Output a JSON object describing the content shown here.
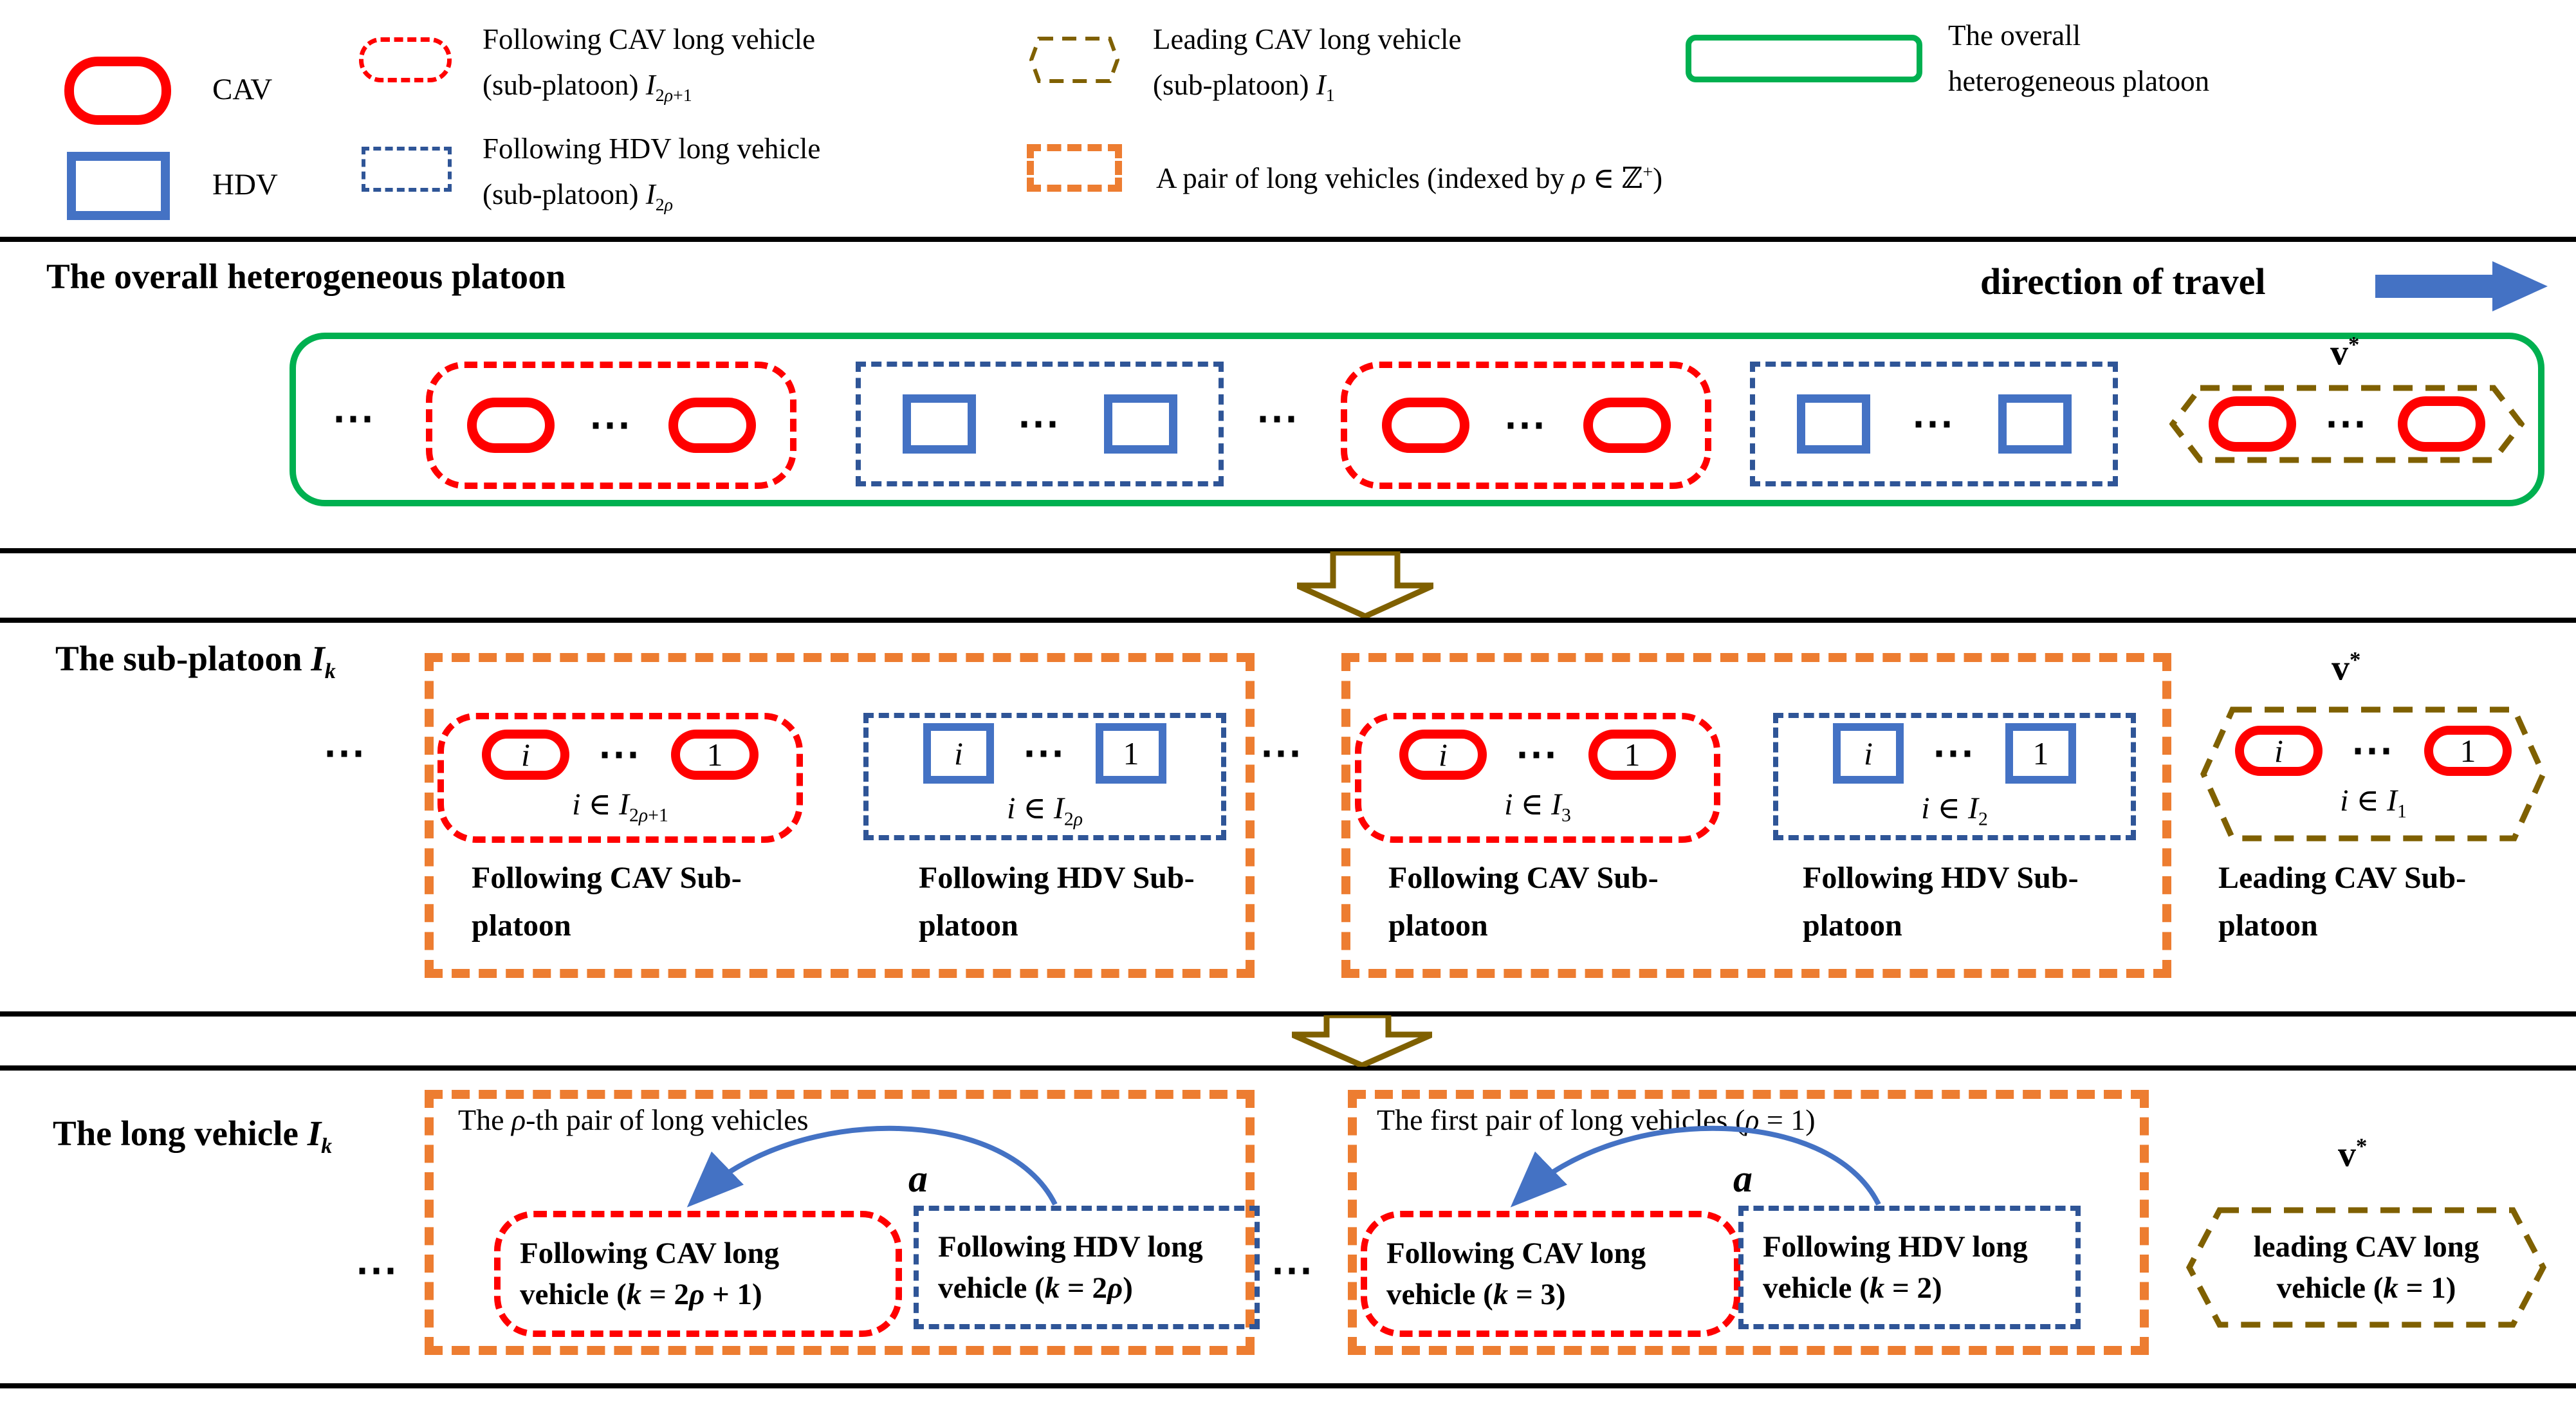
{
  "colors": {
    "cav_red": "#FF0000",
    "hdv_blue": "#4472C4",
    "dashed_blue": "#2F5597",
    "pair_orange": "#ED7D31",
    "leading_olive": "#7F6000",
    "overall_green": "#00B050",
    "arrow_blue": "#4472C4"
  },
  "glyphs": {
    "dots": "⋯",
    "i": "⟪i⟫",
    "one": "1"
  },
  "legend": {
    "cav": "CAV",
    "hdv": "HDV",
    "following_cav": {
      "line1": "Following CAV long vehicle",
      "line2": "(sub-platoon) ⟪I⟫_{2⟪ρ⟫+1}"
    },
    "following_hdv": {
      "line1": "Following HDV long vehicle",
      "line2": "(sub-platoon) ⟪I⟫_{2⟪ρ⟫}"
    },
    "leading_cav": {
      "line1": "Leading CAV long vehicle",
      "line2": "(sub-platoon) ⟪I⟫_{1}"
    },
    "pair": "A pair of long vehicles (indexed by ⟪ρ⟫ ∈ ℤ^{+})",
    "overall": {
      "line1": "The overall",
      "line2": "heterogeneous  platoon"
    }
  },
  "section1": {
    "title": "The overall heterogeneous platoon",
    "direction": "direction of travel",
    "vstar": "v^{*}"
  },
  "section2": {
    "title": "The sub-platoon ⟪I⟫_{⟪k⟫}",
    "sets": {
      "cav_rho": "⟪i⟫ ∈ ⟪I⟫_{2⟪ρ⟫+1}",
      "hdv_rho": "⟪i⟫ ∈ ⟪I⟫_{2⟪ρ⟫}",
      "cav_3": "⟪i⟫ ∈ ⟪I⟫_{3}",
      "hdv_2": "⟪i⟫ ∈ ⟪I⟫_{2}",
      "cav_1": "⟪i⟫ ∈ ⟪I⟫_{1}"
    },
    "captions": {
      "cav": {
        "line1": "Following CAV Sub-",
        "line2": "platoon"
      },
      "hdv": {
        "line1": "Following HDV Sub-",
        "line2": "platoon"
      },
      "lead": {
        "line1": "Leading CAV Sub-",
        "line2": "platoon"
      }
    },
    "vstar": "v^{*}"
  },
  "section3": {
    "title": "The long vehicle ⟪I⟫_{⟪k⟫}",
    "pair_rho_caption": "The ⟪ρ⟫-th pair of long vehicles",
    "pair_1_caption": "The first pair of long vehicles (⟪ρ⟫ = 1)",
    "a": "⟪a⟫",
    "cav_rho": {
      "line1": "Following CAV long",
      "line2": "vehicle (⟪k⟫ = 2⟪ρ⟫ + 1)"
    },
    "hdv_rho": {
      "line1": "Following HDV long",
      "line2": "vehicle (⟪k⟫ = 2⟪ρ⟫)"
    },
    "cav_3": {
      "line1": "Following CAV long",
      "line2": "vehicle (⟪k⟫ = 3)"
    },
    "hdv_2": {
      "line1": "Following HDV long",
      "line2": "vehicle (⟪k⟫ = 2)"
    },
    "lead": {
      "line1": "leading CAV long",
      "line2": "vehicle (⟪k⟫ = 1)"
    },
    "vstar": "v^{*}"
  }
}
